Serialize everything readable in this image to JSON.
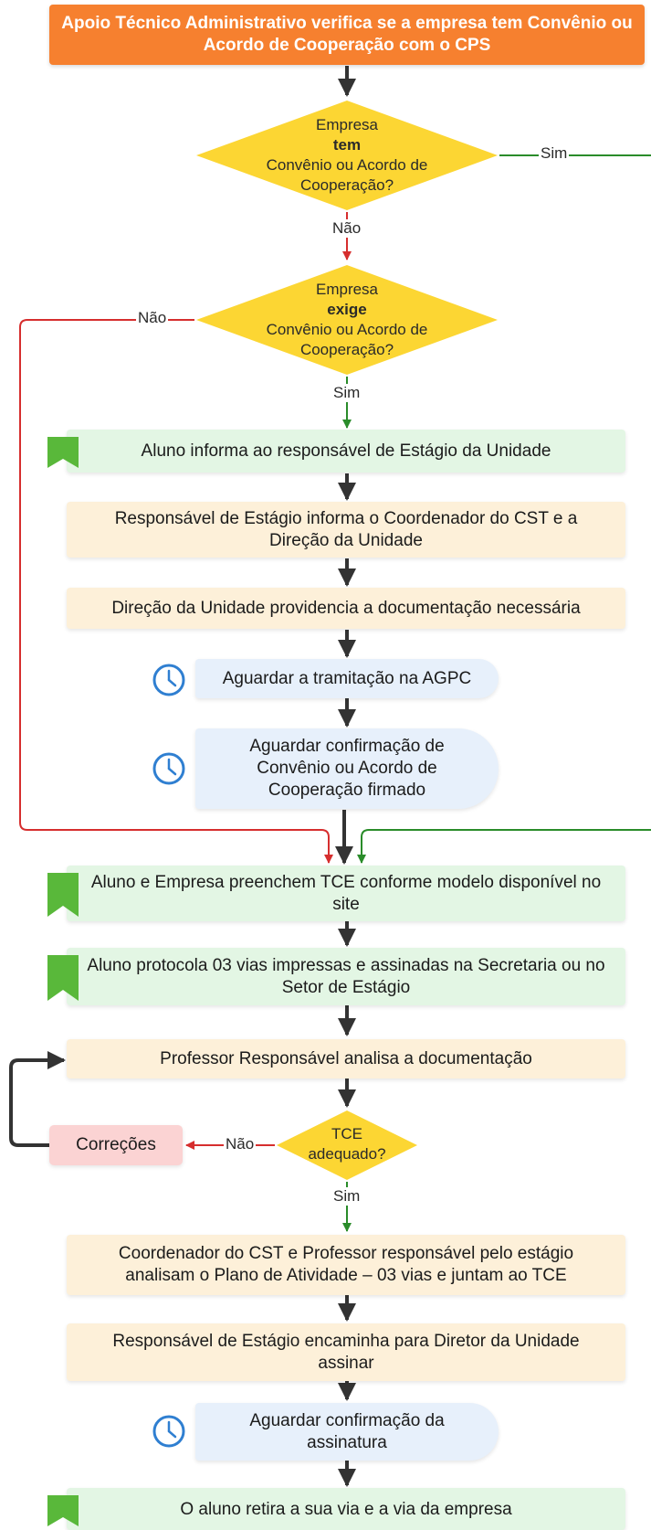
{
  "header": {
    "text": "Apoio Técnico Administrativo verifica se a empresa tem Convênio ou Acordo de Cooperação com o CPS"
  },
  "decision1": {
    "line1": "Empresa",
    "bold": "tem",
    "line3": "Convênio ou Acordo de",
    "line4": "Cooperação?"
  },
  "decision2": {
    "line1": "Empresa",
    "bold": "exige",
    "line3": "Convênio ou Acordo de",
    "line4": "Cooperação?"
  },
  "decision3": {
    "line1": "TCE",
    "line2": "adequado?"
  },
  "edge_labels": {
    "d1_yes": "Sim",
    "d1_no": "Não",
    "d2_no": "Não",
    "d2_yes": "Sim",
    "d3_no": "Não",
    "d3_yes": "Sim"
  },
  "steps": {
    "aluno_informa": "Aluno informa ao responsável de Estágio da Unidade",
    "responsavel_informa": "Responsável de Estágio informa o Coordenador do CST e a Direção da Unidade",
    "direcao_providencia": "Direção da Unidade providencia a documentação necessária",
    "aguardar_tramitacao": "Aguardar a tramitação na AGPC",
    "aguardar_confirmacao": "Aguardar confirmação de Convênio ou Acordo de Cooperação firmado",
    "preenchem_tce": "Aluno e Empresa preenchem TCE conforme modelo disponível no site",
    "protocola": "Aluno protocola 03 vias impressas e assinadas na Secretaria ou no Setor de Estágio",
    "professor_analisa": "Professor Responsável analisa a documentação",
    "correcoes": "Correções",
    "coordenador_analisam": "Coordenador do CST e Professor responsável pelo estágio analisam o Plano de Atividade – 03 vias e juntam ao TCE",
    "encaminha_diretor": "Responsável de Estágio encaminha para Diretor da Unidade assinar",
    "aguardar_assinatura": "Aguardar confirmação da assinatura",
    "retira_via": "O aluno retira a sua via e a via da empresa"
  },
  "colors": {
    "header": "#f6802f",
    "decision": "#fcd633",
    "action_green": "#e3f6e4",
    "action_cream": "#fdf0d9",
    "wait_blue": "#e7f0fb",
    "correction_pink": "#fbd3d3",
    "flag": "#59b83a",
    "clock": "#2f7fd1",
    "arrow_main": "#333333",
    "arrow_yes": "#2a8c2a",
    "arrow_no": "#d62e2e"
  },
  "icons": {
    "flag": "flag-icon",
    "clock": "clock-icon"
  }
}
